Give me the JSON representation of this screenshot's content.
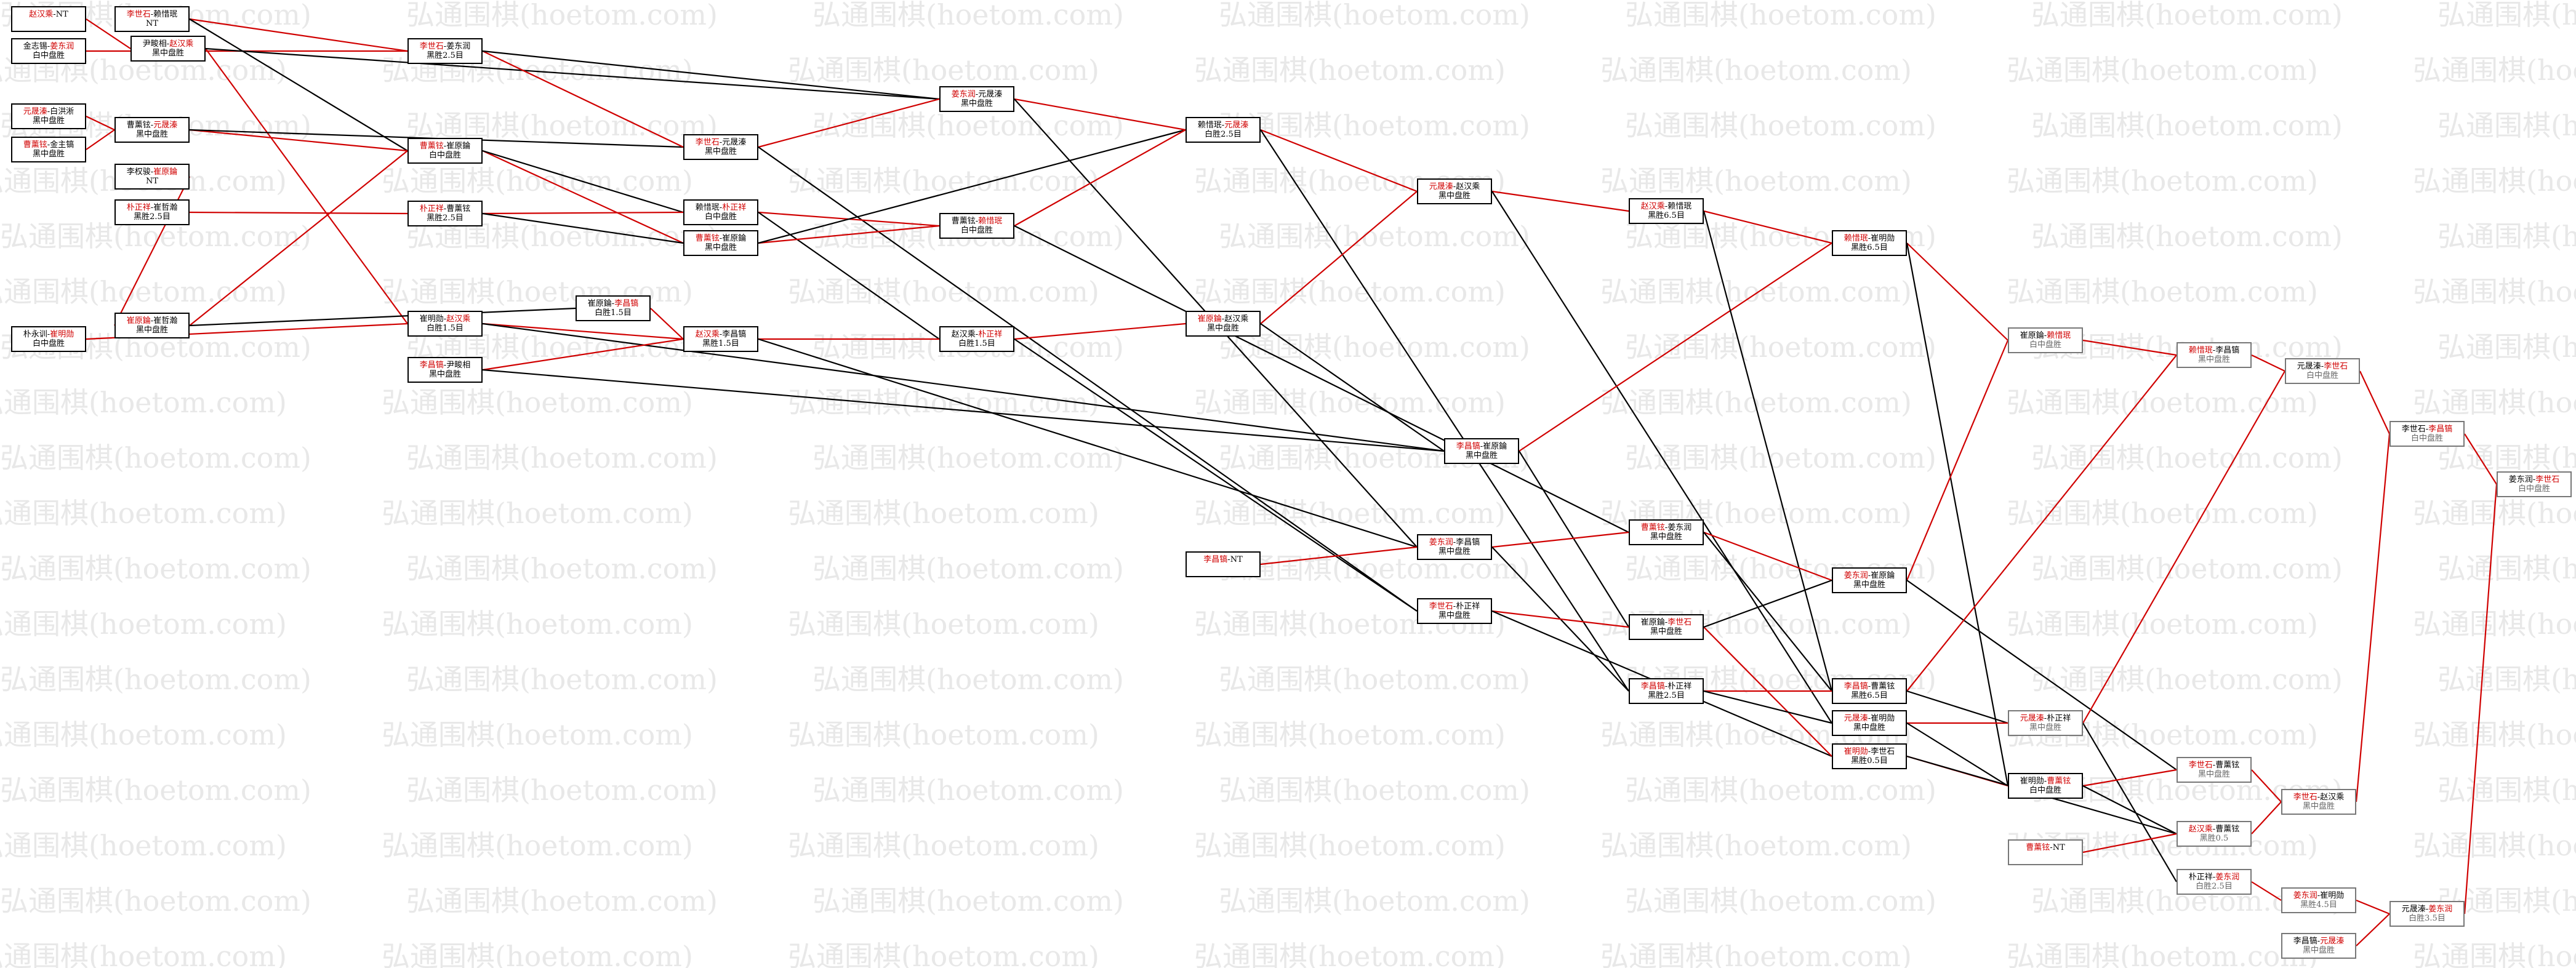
{
  "watermark": "弘通围棋(hoetom.com)",
  "colors": {
    "winner": "#d00000",
    "loser": "#000000",
    "watermark": "#e8e8e8",
    "dim_border": "#777777"
  },
  "matches": [
    {
      "id": "m01",
      "p1": "赵汉乘",
      "p2": "NT",
      "winner": 1,
      "result": ""
    },
    {
      "id": "m02",
      "p1": "金志锡",
      "p2": "姜东润",
      "winner": 2,
      "result": "白中盘胜"
    },
    {
      "id": "m03",
      "p1": "李世石",
      "p2": "赖惜珉",
      "winner": 1,
      "result": "NT"
    },
    {
      "id": "m04",
      "p1": "尹畯相",
      "p2": "赵汉乘",
      "winner": 2,
      "result": "黑中盘胜"
    },
    {
      "id": "m05",
      "p1": "元晟溱",
      "p2": "白洪淅",
      "winner": 1,
      "result": "黑中盘胜"
    },
    {
      "id": "m06",
      "p1": "曹薰铉",
      "p2": "金主镐",
      "winner": 1,
      "result": "黑中盘胜"
    },
    {
      "id": "m07",
      "p1": "曹薰铉",
      "p2": "元晟溱",
      "winner": 2,
      "result": "黑中盘胜"
    },
    {
      "id": "m08",
      "p1": "李权骏",
      "p2": "崔原錀",
      "winner": 2,
      "result": "NT"
    },
    {
      "id": "m09",
      "p1": "朴正祥",
      "p2": "崔哲瀚",
      "winner": 1,
      "result": "黑胜2.5目"
    },
    {
      "id": "m10",
      "p1": "朴永训",
      "p2": "崔明勋",
      "winner": 2,
      "result": "白中盘胜"
    },
    {
      "id": "m11",
      "p1": "崔原錀",
      "p2": "崔哲瀚",
      "winner": 1,
      "result": "黑中盘胜"
    },
    {
      "id": "m12",
      "p1": "李世石",
      "p2": "姜东润",
      "winner": 1,
      "result": "黑胜2.5目"
    },
    {
      "id": "m13",
      "p1": "曹薰铉",
      "p2": "崔原錀",
      "winner": 1,
      "result": "白中盘胜"
    },
    {
      "id": "m14",
      "p1": "朴正祥",
      "p2": "曹薰铉",
      "winner": 1,
      "result": "黑胜2.5目"
    },
    {
      "id": "m15",
      "p1": "崔明勋",
      "p2": "赵汉乘",
      "winner": 2,
      "result": "白胜1.5目"
    },
    {
      "id": "m16",
      "p1": "崔原錀",
      "p2": "李昌镐",
      "winner": 2,
      "result": "白胜1.5目"
    },
    {
      "id": "m17",
      "p1": "李昌镐",
      "p2": "尹畯相",
      "winner": 1,
      "result": "黑中盘胜"
    },
    {
      "id": "m18",
      "p1": "李世石",
      "p2": "元晟溱",
      "winner": 1,
      "result": "黑中盘胜"
    },
    {
      "id": "m19",
      "p1": "赖惜珉",
      "p2": "朴正祥",
      "winner": 2,
      "result": "白中盘胜"
    },
    {
      "id": "m20",
      "p1": "曹薰铉",
      "p2": "崔原錀",
      "winner": 1,
      "result": "黑中盘胜"
    },
    {
      "id": "m21",
      "p1": "赵汉乘",
      "p2": "李昌镐",
      "winner": 1,
      "result": "黑胜1.5目"
    },
    {
      "id": "m22",
      "p1": "姜东润",
      "p2": "元晟溱",
      "winner": 1,
      "result": "黑中盘胜"
    },
    {
      "id": "m23",
      "p1": "曹薰铉",
      "p2": "赖惜珉",
      "winner": 2,
      "result": "白中盘胜"
    },
    {
      "id": "m24",
      "p1": "赵汉乘",
      "p2": "朴正祥",
      "winner": 2,
      "result": "白胜1.5目"
    },
    {
      "id": "m25",
      "p1": "赖惜珉",
      "p2": "元晟溱",
      "winner": 2,
      "result": "白胜2.5目"
    },
    {
      "id": "m26",
      "p1": "崔原錀",
      "p2": "赵汉乘",
      "winner": 1,
      "result": "黑中盘胜"
    },
    {
      "id": "m27",
      "p1": "元晟溱",
      "p2": "赵汉乘",
      "winner": 1,
      "result": "黑中盘胜"
    },
    {
      "id": "m28",
      "p1": "李昌镐",
      "p2": "崔原錀",
      "winner": 1,
      "result": "黑中盘胜"
    },
    {
      "id": "m29",
      "p1": "李昌镐",
      "p2": "NT",
      "winner": 1,
      "result": ""
    },
    {
      "id": "m30",
      "p1": "姜东润",
      "p2": "李昌镐",
      "winner": 1,
      "result": "黑中盘胜"
    },
    {
      "id": "m31",
      "p1": "李世石",
      "p2": "朴正祥",
      "winner": 1,
      "result": "黑中盘胜"
    },
    {
      "id": "m32",
      "p1": "赵汉乘",
      "p2": "赖惜珉",
      "winner": 1,
      "result": "黑胜6.5目"
    },
    {
      "id": "m33",
      "p1": "曹薰铉",
      "p2": "姜东润",
      "winner": 1,
      "result": "黑中盘胜"
    },
    {
      "id": "m34",
      "p1": "崔原錀",
      "p2": "李世石",
      "winner": 2,
      "result": "黑中盘胜"
    },
    {
      "id": "m35",
      "p1": "李昌镐",
      "p2": "朴正祥",
      "winner": 1,
      "result": "黑胜2.5目"
    },
    {
      "id": "m36",
      "p1": "赖惜珉",
      "p2": "崔明勋",
      "winner": 1,
      "result": "黑胜6.5目"
    },
    {
      "id": "m37",
      "p1": "姜东润",
      "p2": "崔原錀",
      "winner": 1,
      "result": "黑中盘胜"
    },
    {
      "id": "m38",
      "p1": "李昌镐",
      "p2": "曹薰铉",
      "winner": 1,
      "result": "黑胜6.5目"
    },
    {
      "id": "m39",
      "p1": "元晟溱",
      "p2": "崔明勋",
      "winner": 1,
      "result": "黑中盘胜"
    },
    {
      "id": "m40",
      "p1": "崔明勋",
      "p2": "李世石",
      "winner": 1,
      "result": "黑胜0.5目"
    },
    {
      "id": "m41",
      "p1": "崔原錀",
      "p2": "赖惜珉",
      "winner": 2,
      "result": "白中盘胜",
      "dim": true
    },
    {
      "id": "m42",
      "p1": "元晟溱",
      "p2": "朴正祥",
      "winner": 1,
      "result": "黑中盘胜",
      "dim": true
    },
    {
      "id": "m43",
      "p1": "崔明勋",
      "p2": "曹薰铉",
      "winner": 2,
      "result": "白中盘胜"
    },
    {
      "id": "m44",
      "p1": "曹薰铉",
      "p2": "NT",
      "winner": 1,
      "result": "",
      "dim": true
    },
    {
      "id": "m45",
      "p1": "赖惜珉",
      "p2": "李昌镐",
      "winner": 1,
      "result": "黑中盘胜",
      "dim": true
    },
    {
      "id": "m46",
      "p1": "李世石",
      "p2": "曹薰铉",
      "winner": 1,
      "result": "黑中盘胜",
      "dim": true
    },
    {
      "id": "m47",
      "p1": "赵汉乘",
      "p2": "曹薰铉",
      "winner": 1,
      "result": "黑胜0.5",
      "dim": true
    },
    {
      "id": "m48",
      "p1": "朴正祥",
      "p2": "姜东润",
      "winner": 2,
      "result": "白胜2.5目",
      "dim": true
    },
    {
      "id": "m49",
      "p1": "元晟溱",
      "p2": "李世石",
      "winner": 2,
      "result": "白中盘胜",
      "dim": true
    },
    {
      "id": "m50",
      "p1": "李世石",
      "p2": "赵汉乘",
      "winner": 1,
      "result": "黑中盘胜",
      "dim": true
    },
    {
      "id": "m51",
      "p1": "姜东润",
      "p2": "崔明勋",
      "winner": 1,
      "result": "黑胜4.5目",
      "dim": true
    },
    {
      "id": "m52",
      "p1": "李世石",
      "p2": "李昌镐",
      "winner": 2,
      "result": "白中盘胜",
      "dim": true
    },
    {
      "id": "m53",
      "p1": "李昌镐",
      "p2": "元晟溱",
      "winner": 2,
      "result": "黑中盘胜",
      "dim": true
    },
    {
      "id": "m54",
      "p1": "元晟溱",
      "p2": "姜东润",
      "winner": 2,
      "result": "白胜3.5目",
      "dim": true
    },
    {
      "id": "m55",
      "p1": "姜东润",
      "p2": "李世石",
      "winner": 2,
      "result": "白中盘胜",
      "dim": true
    }
  ],
  "connections": [
    {
      "from": "m01",
      "to": "m04",
      "win": true
    },
    {
      "from": "m02",
      "to": "m12",
      "win": true
    },
    {
      "from": "m03",
      "to": "m12",
      "win": true
    },
    {
      "from": "m03",
      "to": "m13",
      "win": false
    },
    {
      "from": "m04",
      "to": "m15",
      "win": true
    },
    {
      "from": "m04",
      "to": "m22",
      "win": false
    },
    {
      "from": "m05",
      "to": "m07",
      "win": true
    },
    {
      "from": "m06",
      "to": "m07",
      "win": true
    },
    {
      "from": "m07",
      "to": "m13",
      "win": true
    },
    {
      "from": "m07",
      "to": "m18",
      "win": false
    },
    {
      "from": "m08",
      "to": "m11",
      "win": true
    },
    {
      "from": "m09",
      "to": "m14",
      "win": true
    },
    {
      "from": "m10",
      "to": "m15",
      "win": true
    },
    {
      "from": "m11",
      "to": "m13",
      "win": true
    },
    {
      "from": "m11",
      "to": "m16",
      "win": false
    },
    {
      "from": "m12",
      "to": "m18",
      "win": true
    },
    {
      "from": "m12",
      "to": "m22",
      "win": false
    },
    {
      "from": "m13",
      "to": "m20",
      "win": true
    },
    {
      "from": "m13",
      "to": "m19",
      "win": false
    },
    {
      "from": "m14",
      "to": "m19",
      "win": true
    },
    {
      "from": "m14",
      "to": "m20",
      "win": false
    },
    {
      "from": "m15",
      "to": "m21",
      "win": true
    },
    {
      "from": "m15",
      "to": "m28",
      "win": false
    },
    {
      "from": "m16",
      "to": "m21",
      "win": true
    },
    {
      "from": "m17",
      "to": "m21",
      "win": true
    },
    {
      "from": "m17",
      "to": "m28",
      "win": false
    },
    {
      "from": "m18",
      "to": "m22",
      "win": true
    },
    {
      "from": "m18",
      "to": "m31",
      "win": false
    },
    {
      "from": "m19",
      "to": "m23",
      "win": true
    },
    {
      "from": "m19",
      "to": "m24",
      "win": false
    },
    {
      "from": "m20",
      "to": "m23",
      "win": true
    },
    {
      "from": "m20",
      "to": "m25",
      "win": false
    },
    {
      "from": "m21",
      "to": "m24",
      "win": true
    },
    {
      "from": "m21",
      "to": "m30",
      "win": false
    },
    {
      "from": "m22",
      "to": "m25",
      "win": true
    },
    {
      "from": "m22",
      "to": "m30",
      "win": false
    },
    {
      "from": "m23",
      "to": "m25",
      "win": true
    },
    {
      "from": "m23",
      "to": "m33",
      "win": false
    },
    {
      "from": "m24",
      "to": "m26",
      "win": true
    },
    {
      "from": "m24",
      "to": "m31",
      "win": false
    },
    {
      "from": "m25",
      "to": "m27",
      "win": true
    },
    {
      "from": "m25",
      "to": "m35",
      "win": false
    },
    {
      "from": "m26",
      "to": "m27",
      "win": true
    },
    {
      "from": "m26",
      "to": "m28",
      "win": false
    },
    {
      "from": "m27",
      "to": "m32",
      "win": true
    },
    {
      "from": "m27",
      "to": "m39",
      "win": false
    },
    {
      "from": "m28",
      "to": "m36",
      "win": true
    },
    {
      "from": "m28",
      "to": "m34",
      "win": false
    },
    {
      "from": "m29",
      "to": "m30",
      "win": true
    },
    {
      "from": "m30",
      "to": "m33",
      "win": true
    },
    {
      "from": "m30",
      "to": "m35",
      "win": false
    },
    {
      "from": "m31",
      "to": "m34",
      "win": true
    },
    {
      "from": "m31",
      "to": "m40",
      "win": false
    },
    {
      "from": "m32",
      "to": "m36",
      "win": true
    },
    {
      "from": "m32",
      "to": "m38",
      "win": false
    },
    {
      "from": "m33",
      "to": "m37",
      "win": true
    },
    {
      "from": "m33",
      "to": "m38",
      "win": false
    },
    {
      "from": "m34",
      "to": "m40",
      "win": true
    },
    {
      "from": "m34",
      "to": "m37",
      "win": false
    },
    {
      "from": "m35",
      "to": "m38",
      "win": true
    },
    {
      "from": "m35",
      "to": "m39",
      "win": false
    },
    {
      "from": "m36",
      "to": "m41",
      "win": true
    },
    {
      "from": "m36",
      "to": "m43",
      "win": false
    },
    {
      "from": "m37",
      "to": "m41",
      "win": true
    },
    {
      "from": "m37",
      "to": "m46",
      "win": false
    },
    {
      "from": "m38",
      "to": "m45",
      "win": true
    },
    {
      "from": "m38",
      "to": "m42",
      "win": false
    },
    {
      "from": "m39",
      "to": "m42",
      "win": true
    },
    {
      "from": "m39",
      "to": "m43",
      "win": false
    },
    {
      "from": "m40",
      "to": "m43",
      "win": true
    },
    {
      "from": "m40",
      "to": "m47",
      "win": false
    },
    {
      "from": "m41",
      "to": "m45",
      "win": true
    },
    {
      "from": "m42",
      "to": "m49",
      "win": true
    },
    {
      "from": "m42",
      "to": "m48",
      "win": false
    },
    {
      "from": "m43",
      "to": "m46",
      "win": true
    },
    {
      "from": "m43",
      "to": "m47",
      "win": false
    },
    {
      "from": "m44",
      "to": "m47",
      "win": true
    },
    {
      "from": "m45",
      "to": "m49",
      "win": true
    },
    {
      "from": "m46",
      "to": "m50",
      "win": true
    },
    {
      "from": "m47",
      "to": "m50",
      "win": true
    },
    {
      "from": "m48",
      "to": "m51",
      "win": true
    },
    {
      "from": "m49",
      "to": "m52",
      "win": true
    },
    {
      "from": "m50",
      "to": "m52",
      "win": true
    },
    {
      "from": "m51",
      "to": "m54",
      "win": true
    },
    {
      "from": "m52",
      "to": "m55",
      "win": true
    },
    {
      "from": "m53",
      "to": "m54",
      "win": true
    },
    {
      "from": "m54",
      "to": "m55",
      "win": true
    }
  ]
}
